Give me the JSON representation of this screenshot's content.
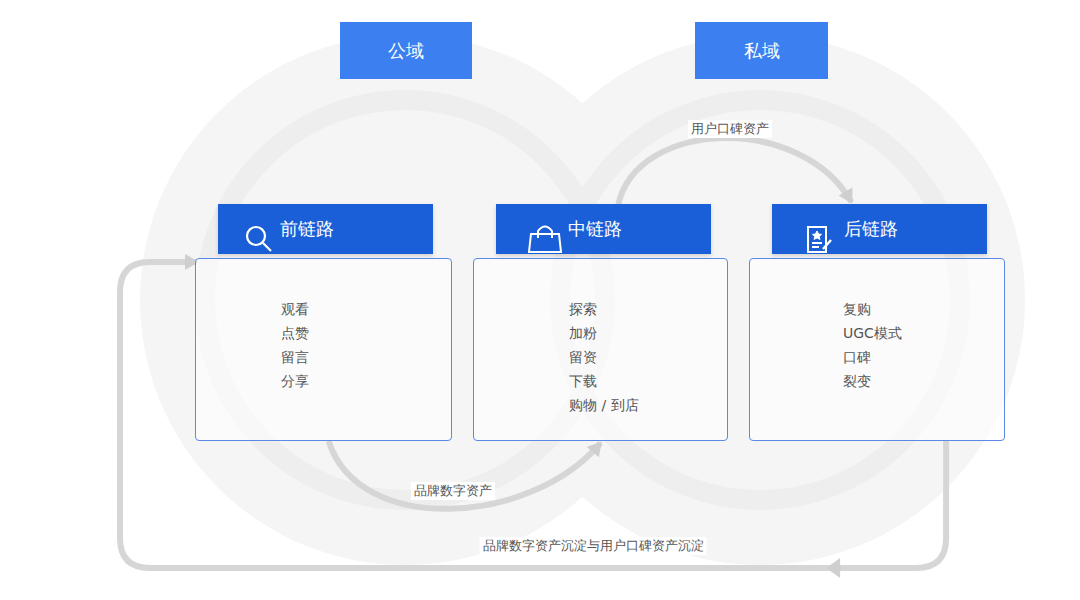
{
  "diagram": {
    "nodes": [
      {
        "text": [
          "公域"
        ]
      },
      {
        "text": [
          "私域"
        ]
      },
      {
        "text": [
          "前链路",
          "观看",
          "点赞",
          "留言",
          "分享"
        ]
      },
      {
        "text": [
          "中链路",
          "探索",
          "加粉",
          "留资",
          "下载",
          "购物 / 到店"
        ]
      },
      {
        "text": [
          "后链路",
          "复购",
          "UGC模式",
          "口碑",
          "裂变"
        ]
      }
    ],
    "edges": [
      {
        "from": 2,
        "to": 3,
        "arrow": "to",
        "label": "品牌数字资产"
      },
      {
        "from": 3,
        "to": 4,
        "arrow": "to",
        "label": "用户口碑资产"
      },
      {
        "from": 4,
        "to": 2,
        "arrow": "to",
        "label": "品牌数字资产沉淀与用户口碑资产沉淀"
      }
    ]
  }
}
